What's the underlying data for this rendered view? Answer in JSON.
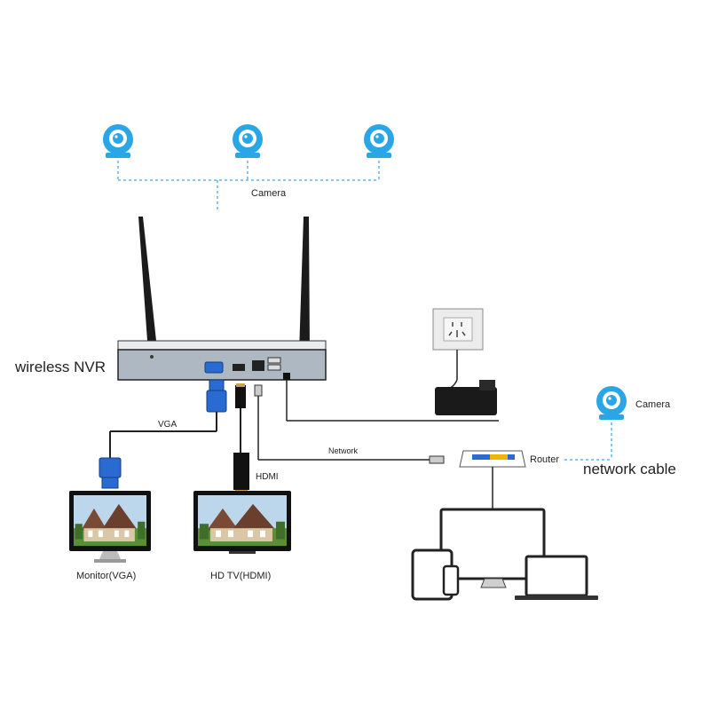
{
  "labels": {
    "camera_group": "Camera",
    "camera_single": "Camera",
    "nvr": "wireless NVR",
    "vga": "VGA",
    "hdmi": "HDMI",
    "network": "Network",
    "router": "Router",
    "network_cable": "network cable",
    "monitor": "Monitor(VGA)",
    "hdtv": "HD TV(HDMI)"
  },
  "colors": {
    "camera_blue": "#2aa6e6",
    "wifi_link": "#5bb8e8",
    "nvr_front": "#aeb8c2",
    "cable": "#222222"
  }
}
